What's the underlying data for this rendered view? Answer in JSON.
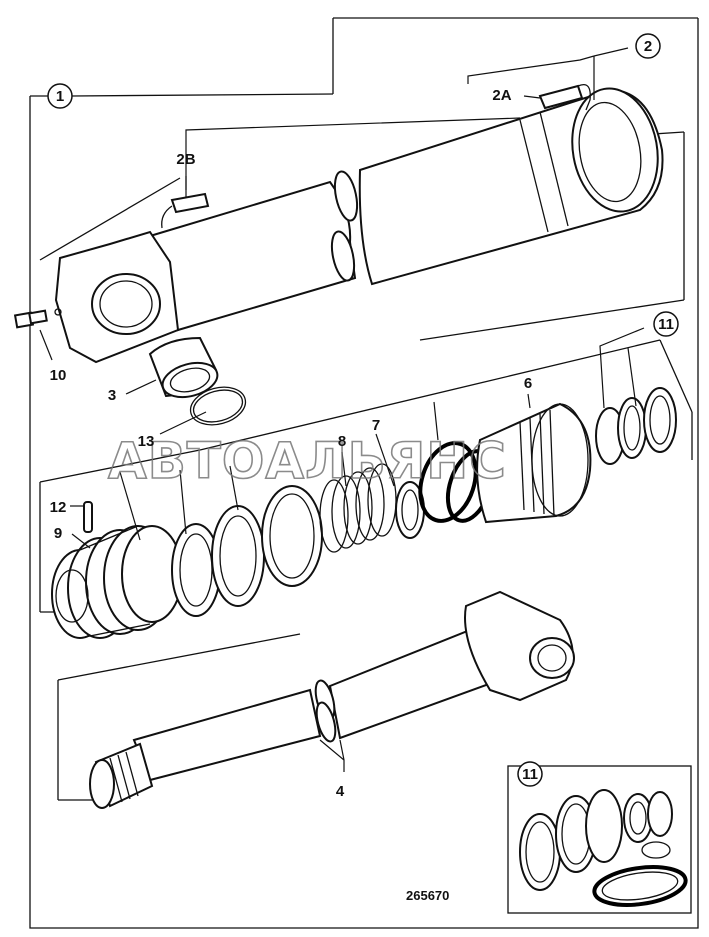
{
  "watermark": "АВТОАЛЬЯНС",
  "reference_number": "265670",
  "callouts": {
    "c1": "1",
    "c2": "2",
    "c2a": "2A",
    "c2b": "2B",
    "c3": "3",
    "c4": "4",
    "c6": "6",
    "c7": "7",
    "c8": "8",
    "c9": "9",
    "c10": "10",
    "c11_main": "11",
    "c11_inset": "11",
    "c12": "12",
    "c13": "13"
  }
}
